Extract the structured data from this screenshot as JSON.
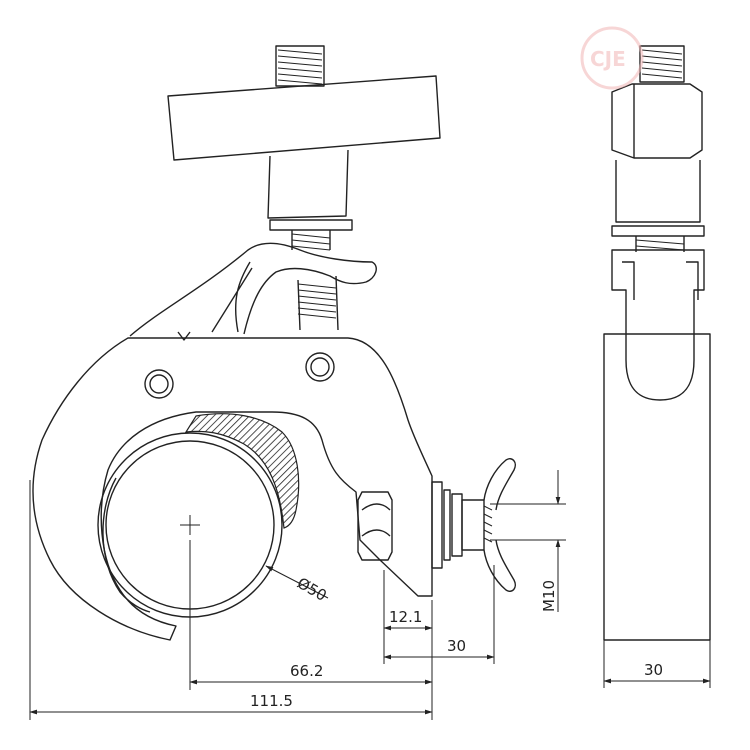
{
  "logo": {
    "text": "CJE",
    "color": "#e87474"
  },
  "dimensions": {
    "tube_diameter": "Ø50",
    "nut_width": "12.1",
    "wing_offset": "30",
    "center_to_back": "66.2",
    "overall_length": "111.5",
    "bolt_size": "M10",
    "side_width": "30"
  },
  "colors": {
    "line": "#222222",
    "background": "#ffffff"
  }
}
